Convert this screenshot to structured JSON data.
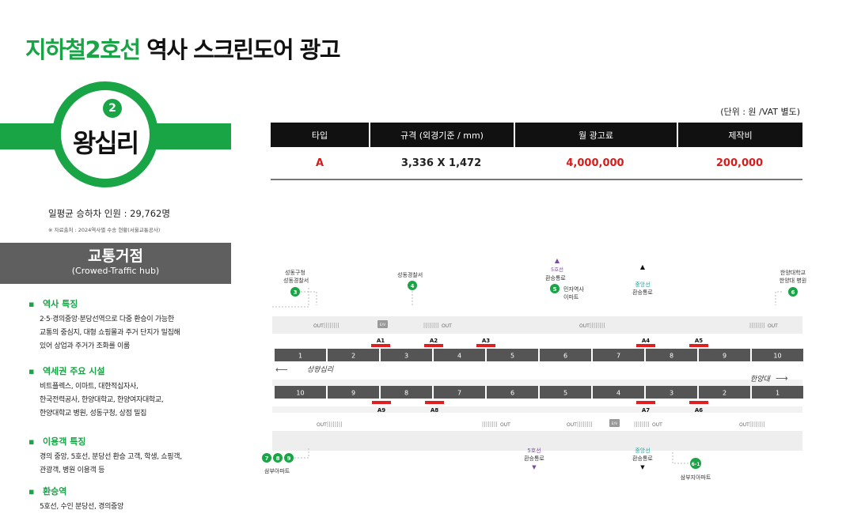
{
  "header": {
    "title_green": "지하철2호선",
    "title_black": " 역사 스크린도어 광고"
  },
  "station": {
    "line_number": "2",
    "name": "왕십리",
    "ridership": "일평균 승하차 인원 : 29,762명",
    "source": "※ 자료출처 : 2024역사별 수송 현황(서울교통공사)"
  },
  "hub": {
    "title": "교통거점",
    "subtitle": "(Crowed-Traffic hub)"
  },
  "sections": [
    {
      "bullet": "▪",
      "heading": "역사 특징",
      "lines": [
        "2·5·경의중앙·분당선역으로 다중 환승이 가능한",
        "교통의 중심지, 대형 쇼핑몰과 주거 단지가 밀집해",
        "있어 상업과 주거가 조화를 이룸"
      ]
    },
    {
      "bullet": "▪",
      "heading": "역세권 주요 시설",
      "lines": [
        "비트플렉스, 이마트, 대한적십자사,",
        "한국전력공사, 한양대학교, 한양여자대학교,",
        "한양대학교 병원, 성동구청, 상점 밀집"
      ]
    },
    {
      "bullet": "▪",
      "heading": "이용객 특징",
      "lines": [
        "경의 중앙, 5호선, 분당선 환승 고객, 학생, 쇼핑객,",
        "관광객, 병원 이용객 등"
      ]
    },
    {
      "bullet": "▪",
      "heading": "환승역",
      "lines": [
        "5호선, 수인 분당선, 경의중앙"
      ]
    }
  ],
  "pricing": {
    "unit_note": "(단위 : 원 /VAT 별도)",
    "headers": [
      "타입",
      "규격 (외경기준 / mm)",
      "월 광고료",
      "제작비"
    ],
    "row": {
      "type": "A",
      "spec": "3,336 X 1,472",
      "monthly_fee": "4,000,000",
      "production_fee": "200,000"
    }
  },
  "map": {
    "exits_top": [
      {
        "label1": "성동구청",
        "label2": "성동경찰서",
        "num": "3",
        "color": "#19a446"
      },
      {
        "label1": "성동경찰서",
        "label2": "",
        "num": "4",
        "color": "#19a446"
      },
      {
        "label1": "5호선",
        "label2": "환승통로",
        "num": "5",
        "color": "#19a446",
        "extra1": "민자역사",
        "extra2": "이마트"
      },
      {
        "label1": "중앙선",
        "label2": "환승통로"
      },
      {
        "label1": "한양대학교",
        "label2": "한양대 병원",
        "num": "6",
        "color": "#19a446"
      }
    ],
    "exits_bottom": [
      {
        "label": "삼부아파트",
        "nums": [
          "7",
          "8",
          "9"
        ]
      },
      {
        "label1": "5호선",
        "label2": "환승통로"
      },
      {
        "label1": "중앙선",
        "label2": "환승통로"
      },
      {
        "label": "삼부지아파트",
        "num": "6-1"
      }
    ],
    "out_label": "OUT",
    "ev_label": "E/V",
    "direction_left": "상왕십리",
    "direction_right": "한양대",
    "top_cars": [
      "1",
      "2",
      "3",
      "4",
      "5",
      "6",
      "7",
      "8",
      "9",
      "10"
    ],
    "bottom_cars": [
      "10",
      "9",
      "8",
      "7",
      "6",
      "5",
      "4",
      "3",
      "2",
      "1"
    ],
    "top_ads": [
      "A1",
      "A2",
      "A3",
      "A4",
      "A5"
    ],
    "bottom_ads": [
      "A9",
      "A8",
      "A7",
      "A6"
    ],
    "colors": {
      "green": "#19a446",
      "ad_red": "#e02020",
      "purple": "#7b4aa0",
      "teal": "#23a6a0"
    }
  }
}
